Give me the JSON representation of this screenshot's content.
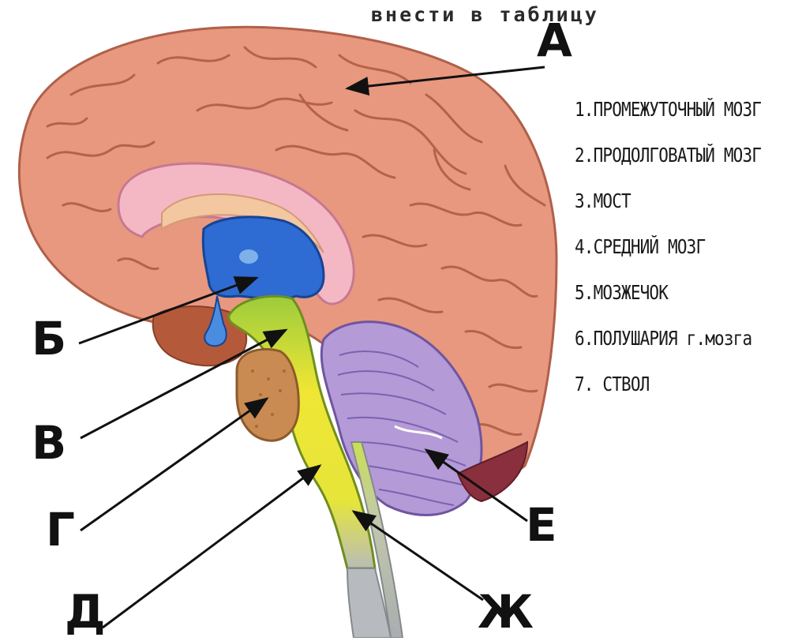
{
  "header": {
    "text": "внести в таблицу"
  },
  "labels": {
    "A": "А",
    "B": "Б",
    "V": "В",
    "G": "Г",
    "D": "Д",
    "E": "Е",
    "ZH": "Ж"
  },
  "legend": {
    "items": [
      "1.ПРОМЕЖУТОЧНЫЙ МОЗГ",
      "2.ПРОДОЛГОВАТЫЙ МОЗГ",
      "3.МОСТ",
      "4.СРЕДНИЙ МОЗГ",
      "5.МОЗЖЕЧОК",
      "6.ПОЛУШАРИЯ г.мозга",
      "7. СТВОЛ"
    ]
  },
  "colors": {
    "cortex": "#e59a80",
    "corpus_callosum": "#f4b8c4",
    "diencephalon": "#2f6fd6",
    "midbrain": "#8cc63f",
    "medulla": "#efe535",
    "pons": "#c98b52",
    "cerebellum": "#b49ad6",
    "spinal_cord": "#b8bcc0"
  }
}
